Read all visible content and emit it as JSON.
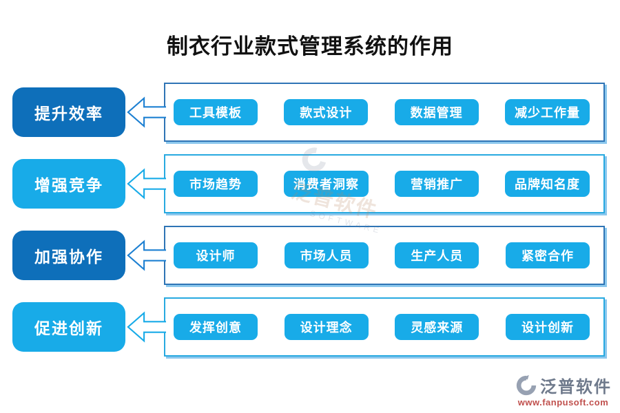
{
  "title": "制衣行业款式管理系统的作用",
  "rows": [
    {
      "label": "提升效率",
      "theme": "dark",
      "items": [
        "工具模板",
        "款式设计",
        "数据管理",
        "减少工作量"
      ]
    },
    {
      "label": "增强竞争",
      "theme": "light",
      "items": [
        "市场趋势",
        "消费者洞察",
        "营销推广",
        "品牌知名度"
      ]
    },
    {
      "label": "加强协作",
      "theme": "dark",
      "items": [
        "设计师",
        "市场人员",
        "生产人员",
        "紧密合作"
      ]
    },
    {
      "label": "促进创新",
      "theme": "light",
      "items": [
        "发挥创意",
        "设计理念",
        "灵感来源",
        "设计创新"
      ]
    }
  ],
  "watermark": {
    "text": "泛普软件",
    "subtext": "SOFTWARE"
  },
  "footer": {
    "brand": "泛普软件",
    "url": "www.fanpusoft.com"
  },
  "icons": {
    "row_arrow": "left-arrow-icon",
    "brand_logo": "fanpu-logo-icon"
  },
  "colors": {
    "dark_blue": "#0e6fba",
    "light_blue": "#18abe8",
    "chip_blue": "#18abe8",
    "border_dark": "#2e74b5",
    "border_light": "#27a9e0",
    "arrow_dark": "#1d80d2",
    "arrow_light": "#18abe8",
    "shadow_blue": "#8bc7ed",
    "title_color": "#111111",
    "brand_gray": "#6f7a8c",
    "url_red": "#c0504d"
  }
}
